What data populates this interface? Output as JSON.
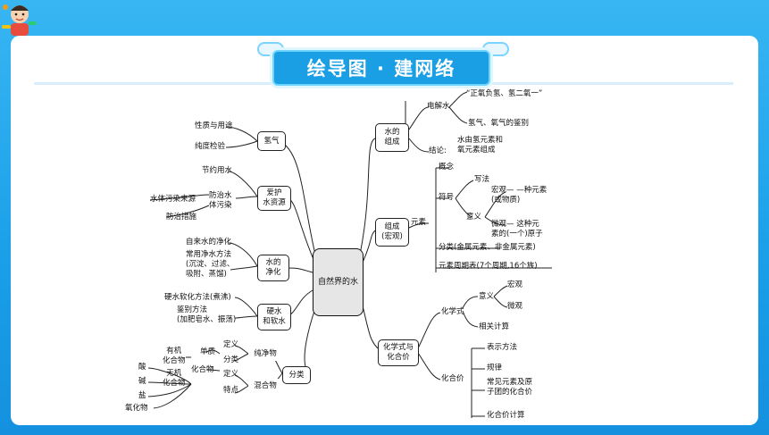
{
  "title": "绘导图 · 建网络",
  "colors": {
    "background": "#1ea7ec",
    "title_bg": "#1b9fe4",
    "panel": "#ffffff"
  },
  "mindmap": {
    "center": "自然界的水",
    "left": {
      "hydrogen": {
        "label": "氢气",
        "items": [
          "性质与用途",
          "纯度检验"
        ]
      },
      "protect": {
        "label": "爱护\n水资源",
        "items": [
          "节约用水",
          "防治水\n体污染",
          "水体污染来源",
          "防治措施"
        ]
      },
      "purify": {
        "label": "水的\n净化",
        "items": [
          "自来水的净化",
          "常用净水方法\n(沉淀、过滤、\n吸附、蒸馏)"
        ]
      },
      "hardness": {
        "label": "硬水\n和软水",
        "items": [
          "硬水软化方法(煮沸)",
          "鉴别方法\n(加肥皂水、振荡)"
        ]
      },
      "classify": {
        "label": "分类",
        "pure": {
          "label": "纯净物",
          "items": [
            "定义",
            "分类",
            "定义",
            "特点"
          ]
        },
        "mixture": "混合物",
        "elemental": "单质",
        "compound": "化合物",
        "organic": "有机\n化合物",
        "inorganic": "无机\n化合物",
        "acid": "酸",
        "base": "碱",
        "salt": "盐",
        "oxide": "氧化物"
      }
    },
    "right": {
      "water_comp": {
        "label": "水的\n组成",
        "electrolysis": "电解水",
        "e_items": [
          "“正氧负氢、氢二氧一”",
          "氢气、氧气的鉴别"
        ],
        "conclusion_label": "结论:",
        "conclusion": "水由氢元素和\n氧元素组成"
      },
      "macro": {
        "label": "组成\n(宏观)",
        "element": "元素",
        "concept": "概念",
        "symbol": "符号",
        "writing": "写法",
        "meaning": "意义",
        "macro_meaning": "宏观— —种元素\n(或物质)",
        "micro_meaning": "微观— 这种元\n素的(一个)原子",
        "classification": "分类(金属元素、非金属元素)",
        "periodic": "元素周期表(7个周期,16个族)"
      },
      "formula": {
        "label": "化学式与\n化合价",
        "chem_formula": "化学式",
        "f_meaning": "意义",
        "macro": "宏观",
        "micro": "微观",
        "calc": "相关计算",
        "valence": "化合价",
        "v_items": [
          "表示方法",
          "规律",
          "常见元素及原\n子团的化合价",
          "化合价计算"
        ]
      }
    }
  }
}
